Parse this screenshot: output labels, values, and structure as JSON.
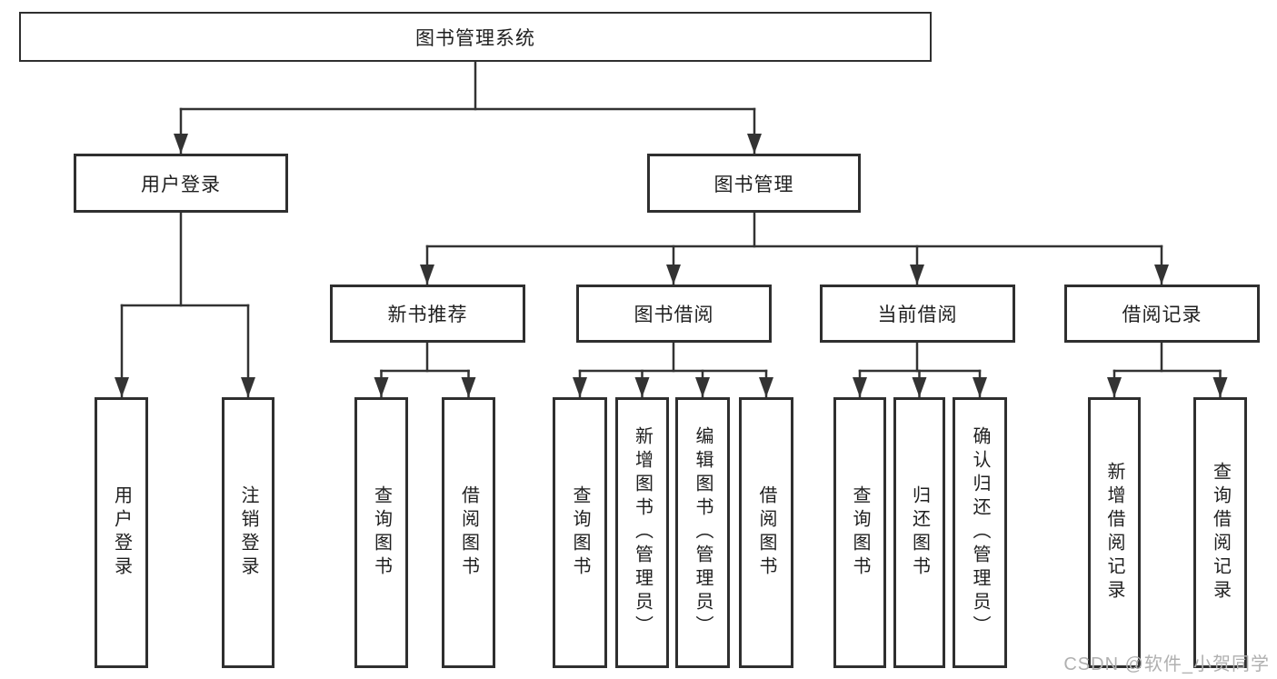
{
  "diagram": {
    "root": {
      "label": "图书管理系统"
    },
    "level1": [
      {
        "label": "用户登录"
      },
      {
        "label": "图书管理"
      }
    ],
    "level2": [
      {
        "label": "新书推荐"
      },
      {
        "label": "图书借阅"
      },
      {
        "label": "当前借阅"
      },
      {
        "label": "借阅记录"
      }
    ],
    "leaves": {
      "login": [
        "用户登录",
        "注销登录"
      ],
      "recommend": [
        "查询图书",
        "借阅图书"
      ],
      "borrow": [
        "查询图书",
        "新增图书（管理员）",
        "编辑图书（管理员）",
        "借阅图书"
      ],
      "current": [
        "查询图书",
        "归还图书",
        "确认归还（管理员）"
      ],
      "records": [
        "新增借阅记录",
        "查询借阅记录"
      ]
    }
  },
  "watermark": {
    "text": "CSDN @软件_小贺同学"
  },
  "colors": {
    "line": "#333333",
    "border": "#2f2f2f",
    "text": "#1f1f1f",
    "watermark": "#b0b0b0",
    "background": "#ffffff"
  }
}
